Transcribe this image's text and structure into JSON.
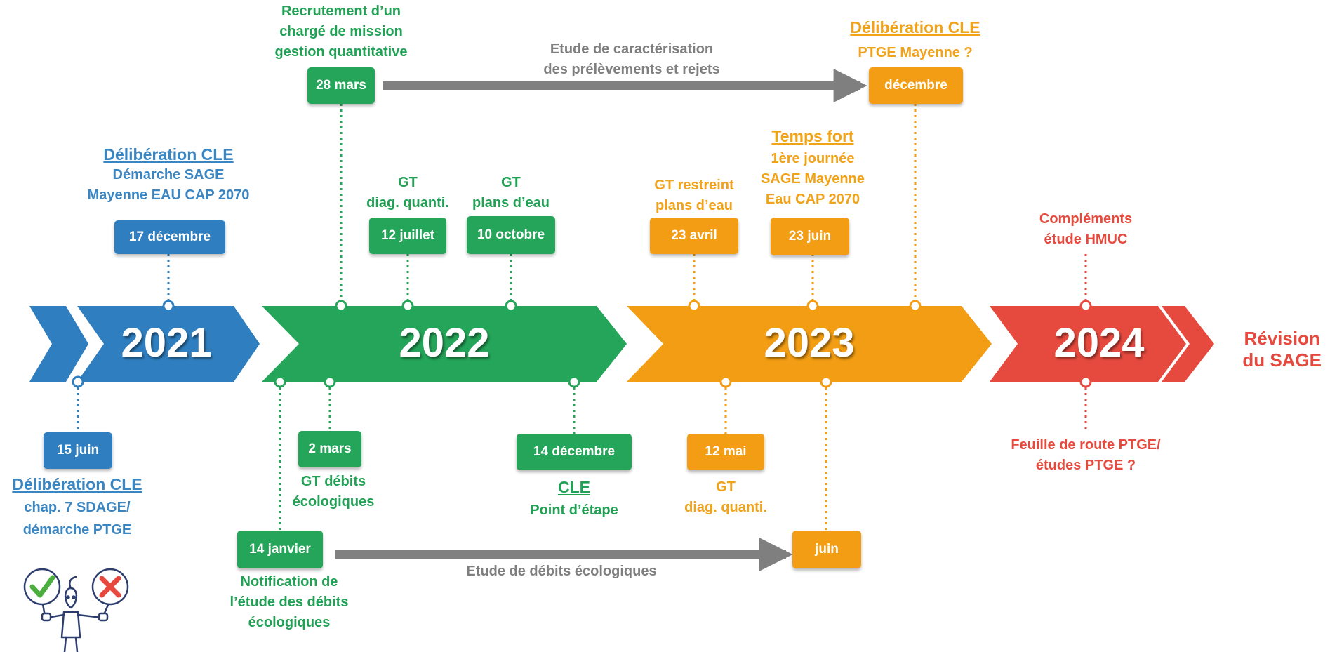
{
  "years": {
    "y2021": "2021",
    "y2022": "2022",
    "y2023": "2023",
    "y2024": "2024"
  },
  "colors": {
    "blue": "#2f7fc0",
    "green": "#25a559",
    "orange": "#f29d13",
    "red": "#e64a3e",
    "grey": "#808080"
  },
  "final_label": {
    "line1": "Révision",
    "line2": "du SAGE"
  },
  "events_2021": {
    "dec": {
      "date": "17 décembre",
      "title": "Délibération CLE",
      "line1": "Démarche SAGE",
      "line2": "Mayenne EAU CAP 2070"
    },
    "jun": {
      "date": "15 juin",
      "title": "Délibération CLE",
      "line1": "chap. 7 SDAGE/",
      "line2": "démarche PTGE"
    }
  },
  "events_2022": {
    "mar28": {
      "date": "28 mars",
      "line1": "Recrutement d’un",
      "line2": "chargé de mission",
      "line3": "gestion quantitative"
    },
    "jul12": {
      "date": "12 juillet",
      "line1": "GT",
      "line2": "diag. quanti."
    },
    "oct10": {
      "date": "10 octobre",
      "line1": "GT",
      "line2": "plans d’eau"
    },
    "mar2": {
      "date": "2 mars",
      "line1": "GT débits",
      "line2": "écologiques"
    },
    "jan14": {
      "date": "14 janvier",
      "line1": "Notification de",
      "line2": "l’étude des débits",
      "line3": "écologiques"
    },
    "dec14": {
      "date": "14 décembre",
      "title": "CLE",
      "line1": "Point d’étape"
    }
  },
  "events_2023": {
    "apr23": {
      "date": "23 avril",
      "line1": "GT restreint",
      "line2": "plans d’eau"
    },
    "jun23": {
      "date": "23 juin",
      "title": "Temps fort",
      "line1": "1ère journée",
      "line2": "SAGE Mayenne",
      "line3": "Eau CAP 2070"
    },
    "dec": {
      "date": "décembre",
      "title": "Délibération CLE",
      "line1": "PTGE Mayenne ?"
    },
    "may12": {
      "date": "12 mai",
      "line1": "GT",
      "line2": "diag. quanti."
    },
    "jun": {
      "date": "juin"
    }
  },
  "events_2024": {
    "top": {
      "line1": "Compléments",
      "line2": "étude HMUC"
    },
    "bottom": {
      "line1": "Feuille de route PTGE/",
      "line2": "études PTGE ?"
    }
  },
  "arrows": {
    "top": {
      "line1": "Etude de caractérisation",
      "line2": "des prélèvements et rejets"
    },
    "bottom": {
      "line1": "Etude de débits écologiques"
    }
  }
}
